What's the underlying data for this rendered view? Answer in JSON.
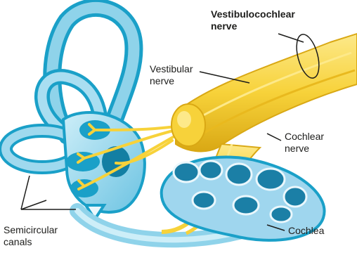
{
  "labels": {
    "vestibulocochlear_line1": "Vestibulocochlear",
    "vestibulocochlear_line2": "nerve",
    "vestibular_line1": "Vestibular",
    "vestibular_line2": "nerve",
    "cochlear_line1": "Cochlear",
    "cochlear_line2": "nerve",
    "semicircular_line1": "Semicircular",
    "semicircular_line2": "canals",
    "cochlea": "Cochlea"
  },
  "colors": {
    "canal_fill": "#8fd3ea",
    "canal_dark": "#1aa0c8",
    "canal_light": "#cdeef8",
    "cochlea_fill": "#9fd6ee",
    "cochlea_cavity": "#1b7fa6",
    "nerve_yellow": "#f7d23a",
    "nerve_light": "#fde98a",
    "nerve_dark": "#d9a814",
    "text": "#1d1d1b"
  }
}
